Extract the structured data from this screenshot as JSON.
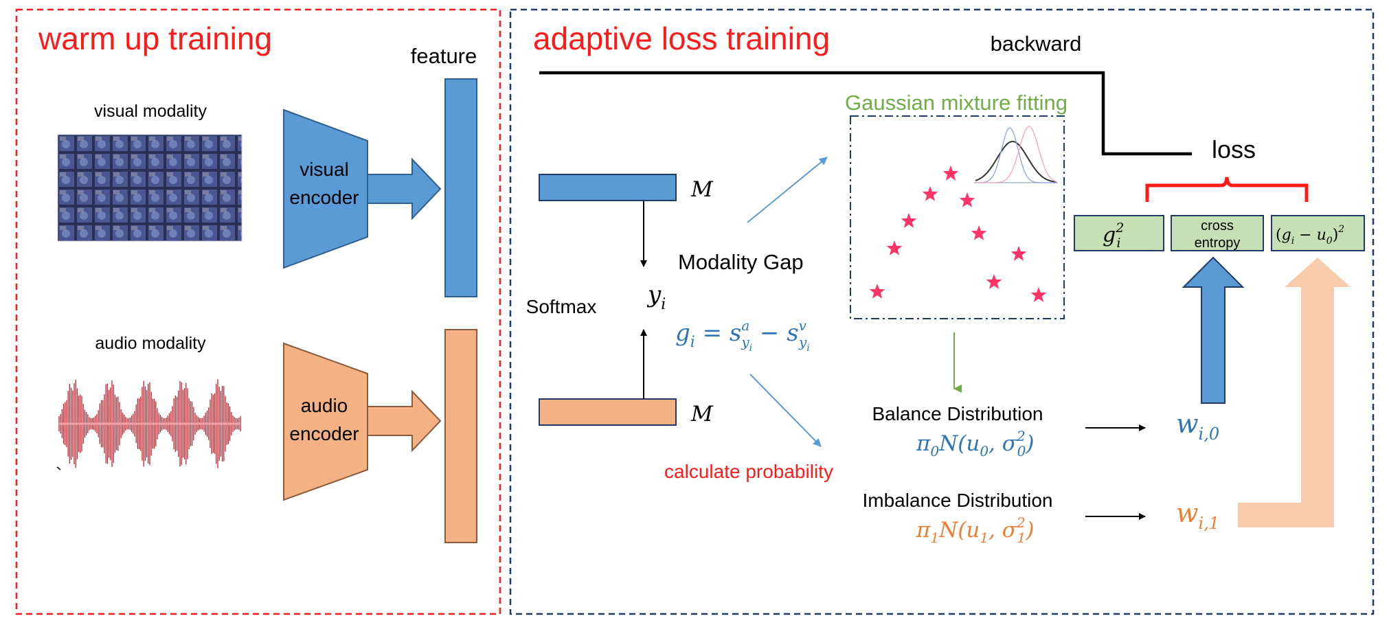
{
  "sections": {
    "warmup_title": "warm up training",
    "adaptive_title": "adaptive loss training"
  },
  "warmup": {
    "feature_label": "feature",
    "visual_modality_label": "visual modality",
    "visual_encoder_line1": "visual",
    "visual_encoder_line2": "encoder",
    "audio_modality_label": "audio modality",
    "audio_encoder_line1": "audio",
    "audio_encoder_line2": "encoder"
  },
  "adaptive": {
    "backward_label": "backward",
    "loss_label": "loss",
    "gmm_title": "Gaussian mixture fitting",
    "m_top": "M",
    "m_bottom": "M",
    "softmax_label": "Softmax",
    "y_main": "y",
    "y_sub": "i",
    "modality_gap_label": "Modality Gap",
    "gap_formula": {
      "g": "g",
      "g_sub": "i",
      "eq": " = ",
      "s1": "s",
      "s1_sup": "a",
      "s1_sub": "y",
      "s1_subsub": "i",
      "minus": " − ",
      "s2": "s",
      "s2_sup": "v",
      "s2_sub": "y",
      "s2_subsub": "i"
    },
    "calc_prob_label": "calculate probability",
    "balance_label": "Balance Distribution",
    "balance_formula": {
      "pi": "π",
      "pi_sub": "0",
      "n_open": "N(",
      "u": "u",
      "u_sub": "0",
      "sep": ", ",
      "sigma": "σ",
      "sigma_sup": "2",
      "sigma_sub": "0",
      "close": ")"
    },
    "imbalance_label": "Imbalance Distribution",
    "imbalance_formula": {
      "pi": "π",
      "pi_sub": "1",
      "n_open": "N(",
      "u": "u",
      "u_sub": "1",
      "sep": ", ",
      "sigma": "σ",
      "sigma_sup": "2",
      "sigma_sub": "1",
      "close": ")"
    },
    "w0": {
      "w": "w",
      "sub": "i,0"
    },
    "w1": {
      "w": "w",
      "sub": "i,1"
    },
    "loss_terms": {
      "term1": {
        "g": "g",
        "sub": "i",
        "sup": "2"
      },
      "term2_line1": "cross",
      "term2_line2": "entropy",
      "term3": {
        "open": "(",
        "g": "g",
        "g_sub": "i",
        "minus": " − ",
        "u": "u",
        "u_sub": "0",
        "close": ")",
        "sup": "2"
      }
    }
  },
  "colors": {
    "red": "#ff1a1a",
    "navy": "#1f3b63",
    "visual_blue": "#5b9bd5",
    "audio_orange": "#f4b183",
    "peach_light": "#f8cbad",
    "green_box": "#c5e0b4",
    "green_text": "#70ad47",
    "blue_text": "#2e75b6",
    "orange_text": "#ed7d31",
    "arrow_blue": "#5b9bd5",
    "star": "#ff3366"
  }
}
